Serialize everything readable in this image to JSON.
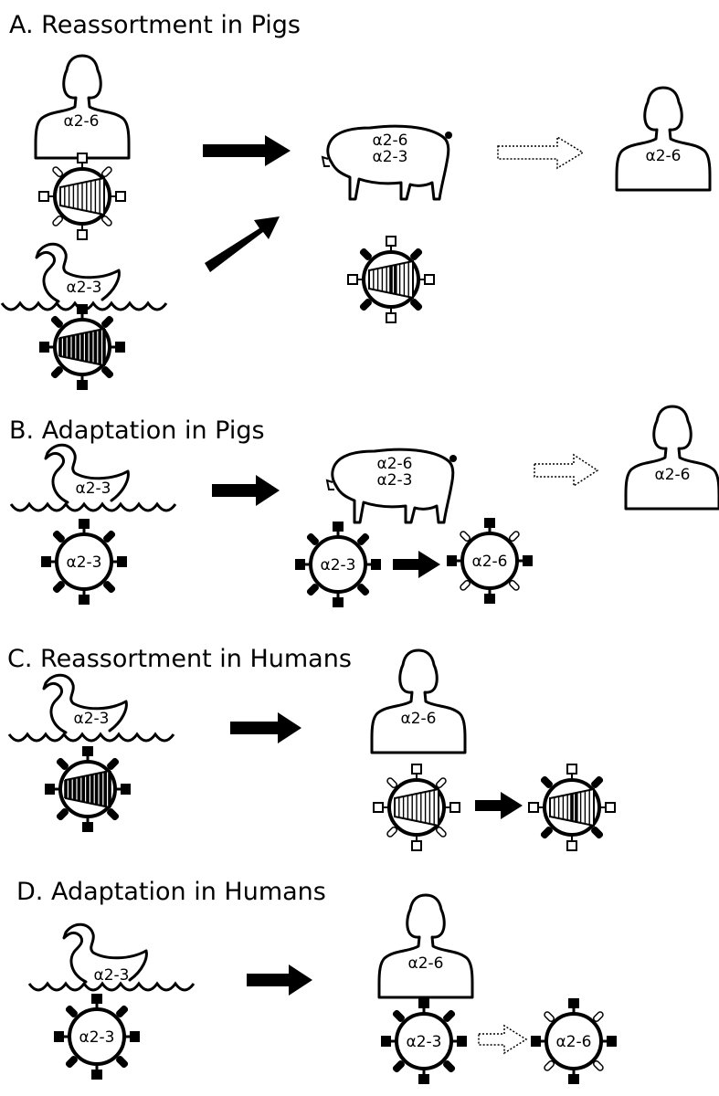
{
  "panels": [
    {
      "title": "A. Reassortment in Pigs",
      "human_source": "α2-6",
      "duck": "α2-3",
      "pig": [
        "α2-6",
        "α2-3"
      ],
      "human_target": "α2-6"
    },
    {
      "title": "B. Adaptation in Pigs",
      "duck": "α2-3",
      "pig": [
        "α2-6",
        "α2-3"
      ],
      "human_target": "α2-6",
      "virus_before": "α2-3",
      "virus_after": "α2-6",
      "duck_virus": "α2-3"
    },
    {
      "title": "C. Reassortment in Humans",
      "duck": "α2-3",
      "human": "α2-6"
    },
    {
      "title": "D. Adaptation in Humans",
      "duck": "α2-3",
      "human": "α2-6",
      "duck_virus": "α2-3",
      "virus_before": "α2-3",
      "virus_after": "α2-6"
    }
  ]
}
